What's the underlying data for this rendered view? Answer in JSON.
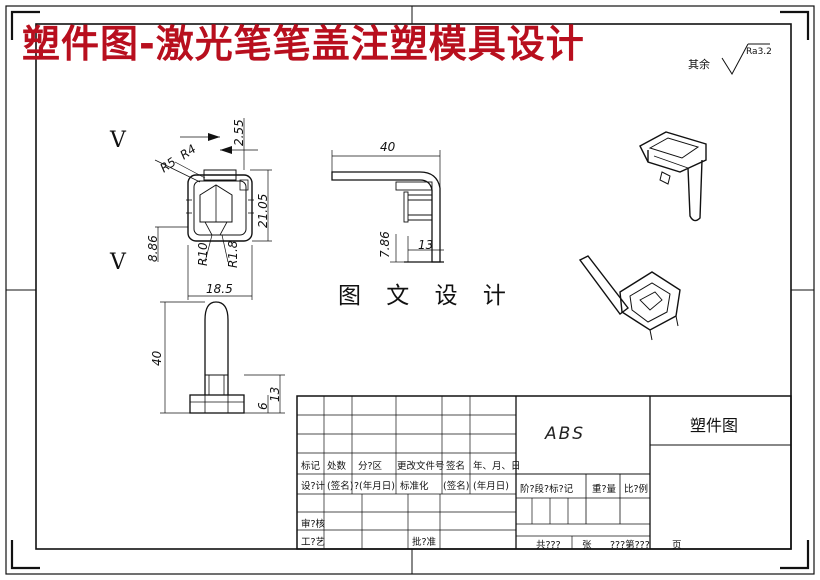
{
  "banner_title": "塑件图-激光笔笔盖注塑模具设计",
  "roughness": {
    "label": "其余",
    "value": "Ra3.2"
  },
  "watermark": "图 文 设 计",
  "view_marks": [
    "V",
    "V"
  ],
  "dimensions": {
    "d_2_55": "2.55",
    "d_R4": "R4",
    "d_R5": "R5",
    "d_21_05": "21.05",
    "d_8_86": "8.86",
    "d_R10": "R10",
    "d_R1_8": "R1.8",
    "d_18_5": "18.5",
    "d_40_top": "40",
    "d_7_86": "7.86",
    "d_13_side": "13",
    "d_40_bottom": "40",
    "d_6": "6",
    "d_13_bottom": "13"
  },
  "title_block": {
    "material": "ABS",
    "drawing_name": "塑件图",
    "row_labels": {
      "mark": "标记",
      "count": "处数",
      "zone": "分?区",
      "change_doc": "更改文件号",
      "sign": "签名",
      "date": "年、月、日",
      "design": "设?计",
      "design_sign": "(签名)",
      "design_date": "?(年月日)",
      "standard": "标准化",
      "std_sign": "(签名)",
      "std_date": "(年月日)",
      "review": "审?核",
      "process": "工?艺",
      "approve": "批?准"
    },
    "stage_label": "阶?段?标?记",
    "weight_label": "重?量",
    "scale_label": "比?例",
    "total_sheets": "共???",
    "sheet_word": "张",
    "sheet_no": "???第???",
    "page_word": "页"
  }
}
